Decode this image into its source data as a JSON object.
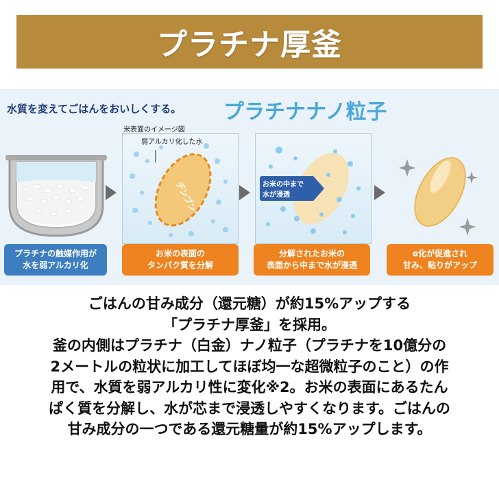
{
  "header": {
    "title": "プラチナ厚釜",
    "color": "#b88a3c"
  },
  "diagram": {
    "lead_text": "水質を変えてごはんをおいしくする。",
    "nano_title": "プラチナナノ粒子",
    "image_label": "米表面のイメージ図",
    "alkaline_water_label": "弱アルカリ化した水",
    "starch_label": "デンプン",
    "penetration_label_line1": "お米の中まで",
    "penetration_label_line2": "水が浸透",
    "captions": [
      {
        "line1": "プラチナの触媒作用が",
        "line2": "水を弱アルカリ化",
        "color": "#3d7ec0"
      },
      {
        "line1": "お米の表面の",
        "line2": "タンパク質を分解",
        "color": "#ee8320"
      },
      {
        "line1": "分解されたお米の",
        "line2": "表面から中まで水が浸透",
        "color": "#ee8320"
      },
      {
        "line1": "α化が促進され",
        "line2": "甘み、粘りがアップ",
        "color": "#ee8320"
      }
    ]
  },
  "body": {
    "lines": [
      "ごはんの甘み成分（還元糖）が約15%アップする",
      "「プラチナ厚釜」を採用。",
      "釜の内側はプラチナ（白金）ナノ粒子（プラチナを10億分の",
      "2メートルの粒状に加工してほぼ均一な超微粒子のこと）の作",
      "用で、水質を弱アルカリ性に変化※2。お米の表面にあるたん",
      "ぱく質を分解し、水が芯まで浸透しやすくなります。ごはんの",
      "甘み成分の一つである還元糖量が約15%アップします。"
    ]
  }
}
